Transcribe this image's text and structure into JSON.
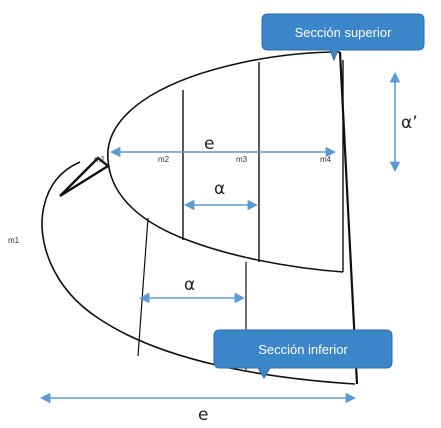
{
  "colors": {
    "arrow": "#5B9BD5",
    "callout_fill": "#3A86C8",
    "callout_stroke": "#2E6FA8",
    "outline": "#111111"
  },
  "callouts": {
    "upper": "Sección superior",
    "lower": "Sección inferior"
  },
  "dimensions": {
    "width_top": "e",
    "width_bottom": "e",
    "alpha_upper": "α",
    "alpha_lower": "α",
    "alpha_prime": "α’"
  },
  "markers": {
    "m1_tip": "m1",
    "m2": "m2",
    "m3": "m3",
    "m4": "m4",
    "m1_left": "m1"
  }
}
